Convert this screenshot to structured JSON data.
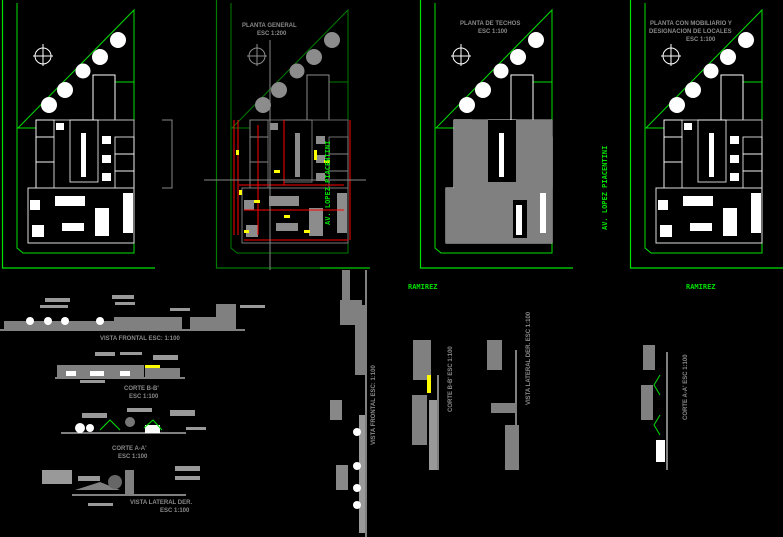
{
  "drawing": {
    "plans": [
      {
        "title": "",
        "scale": ""
      },
      {
        "title": "PLANTA GENERAL",
        "scale": "ESC 1:200"
      },
      {
        "title": "PLANTA DE TECHOS",
        "scale": "ESC 1:100"
      },
      {
        "title_line1": "PLANTA CON MOBILIARIO Y",
        "title_line2": "DESIGNACION DE LOCALES",
        "scale": "ESC 1:100"
      }
    ],
    "streets": {
      "avenue": "AV. LOPEZ PIACENTINI",
      "street_1": "RAMIREZ",
      "street_2": "RAMIREZ"
    },
    "elevations": {
      "front": "VISTA FRONTAL ESC: 1:100",
      "corte_bb": "CORTE B-B'",
      "corte_bb_scale": "ESC 1:100",
      "corte_aa": "CORTE A-A'",
      "corte_aa_scale": "ESC 1:100",
      "lateral": "VISTA LATERAL DER.",
      "lateral_scale": "ESC 1:100"
    },
    "rotated": {
      "front": "VISTA FRONTAL ESC: 1:100",
      "corte_bb": "CORTE B-B' ESC 1:100",
      "lateral": "VISTA LATERAL DER. ESC 1:100",
      "corte_aa": "CORTE A-A' ESC 1:100"
    },
    "colors": {
      "background": "#000000",
      "lot_lines": "#00e000",
      "walls": "#808080",
      "annotations": "#ffff00",
      "axes": "#ff0000"
    }
  }
}
